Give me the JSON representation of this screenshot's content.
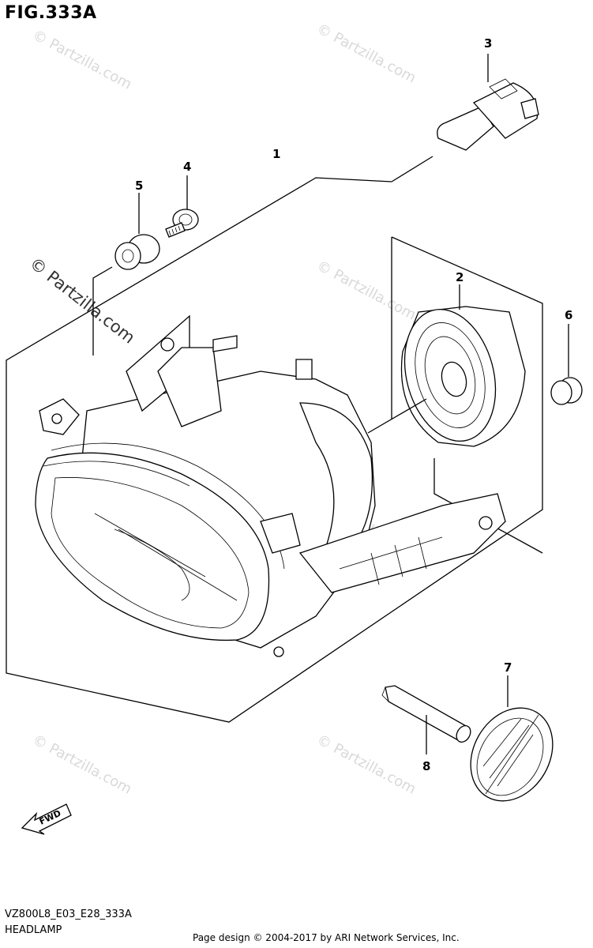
{
  "figure": {
    "title": "FIG.333A",
    "code": "VZ800L8_E03_E28_333A",
    "name": "HEADLAMP"
  },
  "footer": {
    "credit": "Page design © 2004-2017 by ARI Network Services, Inc."
  },
  "watermark": {
    "text": "© Partzilla.com"
  },
  "direction": {
    "label": "FWD"
  },
  "callouts": [
    {
      "number": "1",
      "part": "headlamp-assembly"
    },
    {
      "number": "2",
      "part": "socket"
    },
    {
      "number": "3",
      "part": "bulb"
    },
    {
      "number": "4",
      "part": "screw"
    },
    {
      "number": "5",
      "part": "cushion"
    },
    {
      "number": "6",
      "part": "cushion"
    },
    {
      "number": "7",
      "part": "reflector"
    },
    {
      "number": "8",
      "part": "bolt"
    }
  ]
}
